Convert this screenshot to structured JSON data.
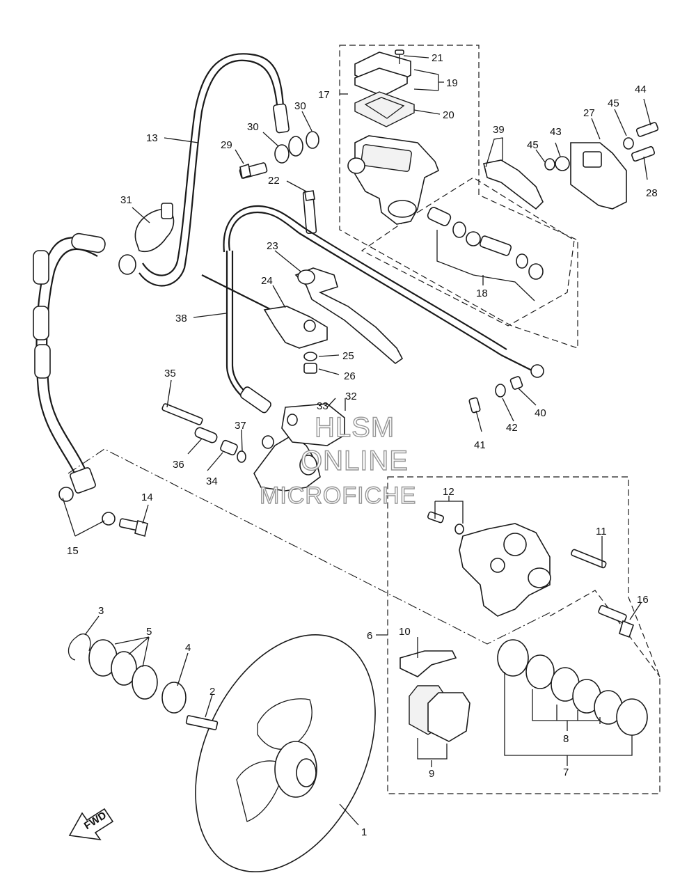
{
  "watermark": {
    "line1": "HLSM",
    "line2": "ONLINE",
    "line3": "MICROFICHE"
  },
  "fwd_label": "FWD",
  "callouts": [
    "1",
    "2",
    "3",
    "4",
    "5",
    "6",
    "7",
    "8",
    "9",
    "10",
    "11",
    "12",
    "13",
    "14",
    "15",
    "16",
    "17",
    "18",
    "19",
    "20",
    "21",
    "22",
    "23",
    "24",
    "25",
    "26",
    "27",
    "28",
    "29",
    "30",
    "30",
    "31",
    "32",
    "33",
    "34",
    "35",
    "36",
    "37",
    "38",
    "39",
    "40",
    "41",
    "42",
    "43",
    "44",
    "45",
    "45"
  ]
}
